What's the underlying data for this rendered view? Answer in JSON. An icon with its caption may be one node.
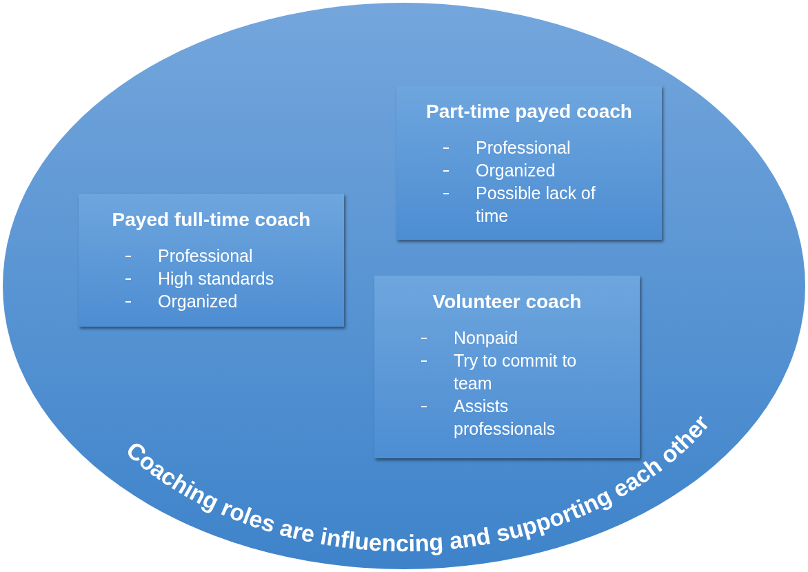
{
  "diagram": {
    "nodes": [
      {
        "text": [
          "Coaching roles are influencing and supporting each other"
        ]
      },
      {
        "text": [
          "Part-time payed coach",
          "Professional",
          "Organized",
          "Possible lack of time"
        ],
        "in": 0
      },
      {
        "text": [
          "Payed full-time coach",
          "Professional",
          "High standards",
          "Organized"
        ],
        "in": 0
      },
      {
        "text": [
          "Volunteer coach",
          "Nonpaid",
          "Try to commit to team",
          "Assists professionals"
        ],
        "in": 0
      }
    ]
  }
}
